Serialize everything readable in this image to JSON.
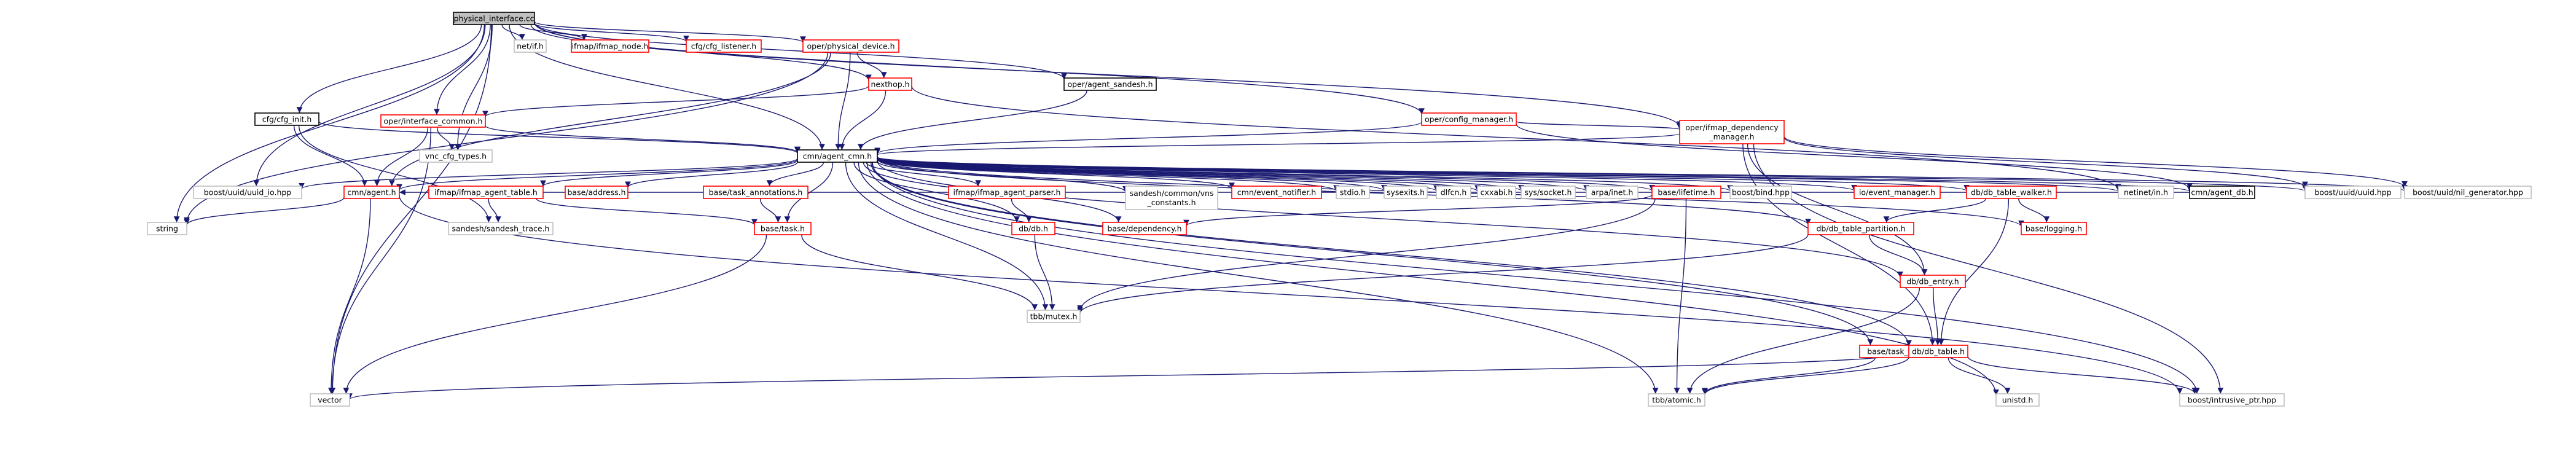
{
  "colors": {
    "edge": "#191970",
    "root_fill": "#bfbfbf",
    "root_border": "#000000",
    "documented_border": "#000000",
    "undocumented_border": "#ff0000",
    "external_border": "#bfbfbf",
    "node_fill": "#ffffff"
  },
  "nodes": [
    {
      "id": "root",
      "label": "physical_interface.cc",
      "kind": "root"
    },
    {
      "id": "net_if",
      "label": "net/if.h",
      "kind": "external"
    },
    {
      "id": "ifmap_node",
      "label": "ifmap/ifmap_node.h",
      "kind": "undocumented"
    },
    {
      "id": "cfg_listener",
      "label": "cfg/cfg_listener.h",
      "kind": "undocumented"
    },
    {
      "id": "phys_dev",
      "label": "oper/physical_device.h",
      "kind": "undocumented"
    },
    {
      "id": "nexthop",
      "label": "nexthop.h",
      "kind": "undocumented"
    },
    {
      "id": "agent_sandesh",
      "label": "oper/agent_sandesh.h",
      "kind": "documented"
    },
    {
      "id": "cfg_init",
      "label": "cfg/cfg_init.h",
      "kind": "documented"
    },
    {
      "id": "iface_common",
      "label": "oper/interface_common.h",
      "kind": "undocumented"
    },
    {
      "id": "config_mgr",
      "label": "oper/config_manager.h",
      "kind": "undocumented"
    },
    {
      "id": "ifmap_dep_mgr",
      "label": [
        "oper/ifmap_dependency",
        "_manager.h"
      ],
      "kind": "undocumented"
    },
    {
      "id": "vnc_cfg",
      "label": "vnc_cfg_types.h",
      "kind": "external"
    },
    {
      "id": "agent_cmn",
      "label": "cmn/agent_cmn.h",
      "kind": "documented"
    },
    {
      "id": "uuid_io",
      "label": "boost/uuid/uuid_io.hpp",
      "kind": "external"
    },
    {
      "id": "cmn_agent",
      "label": "cmn/agent.h",
      "kind": "undocumented"
    },
    {
      "id": "ifmap_agent_table",
      "label": "ifmap/ifmap_agent_table.h",
      "kind": "undocumented"
    },
    {
      "id": "base_address",
      "label": "base/address.h",
      "kind": "undocumented"
    },
    {
      "id": "task_annotations",
      "label": "base/task_annotations.h",
      "kind": "undocumented"
    },
    {
      "id": "ifmap_agent_parser",
      "label": "ifmap/ifmap_agent_parser.h",
      "kind": "undocumented"
    },
    {
      "id": "vns_constants",
      "label": [
        "sandesh/common/vns",
        "_constants.h"
      ],
      "kind": "external"
    },
    {
      "id": "event_notifier",
      "label": "cmn/event_notifier.h",
      "kind": "undocumented"
    },
    {
      "id": "stdio",
      "label": "stdio.h",
      "kind": "external"
    },
    {
      "id": "sysexits",
      "label": "sysexits.h",
      "kind": "external"
    },
    {
      "id": "dlfcn",
      "label": "dlfcn.h",
      "kind": "external"
    },
    {
      "id": "cxxabi",
      "label": "cxxabi.h",
      "kind": "external"
    },
    {
      "id": "sys_socket",
      "label": "sys/socket.h",
      "kind": "external"
    },
    {
      "id": "arpa_inet",
      "label": "arpa/inet.h",
      "kind": "external"
    },
    {
      "id": "lifetime",
      "label": "base/lifetime.h",
      "kind": "undocumented"
    },
    {
      "id": "boost_bind",
      "label": "boost/bind.hpp",
      "kind": "external"
    },
    {
      "id": "event_manager",
      "label": "io/event_manager.h",
      "kind": "undocumented"
    },
    {
      "id": "db_table_walker",
      "label": "db/db_table_walker.h",
      "kind": "undocumented"
    },
    {
      "id": "netinet_in",
      "label": "netinet/in.h",
      "kind": "external"
    },
    {
      "id": "agent_db",
      "label": "cmn/agent_db.h",
      "kind": "documented"
    },
    {
      "id": "boost_uuid",
      "label": "boost/uuid/uuid.hpp",
      "kind": "external"
    },
    {
      "id": "nil_generator",
      "label": "boost/uuid/nil_generator.hpp",
      "kind": "external"
    },
    {
      "id": "string",
      "label": "string",
      "kind": "external"
    },
    {
      "id": "sandesh_trace",
      "label": "sandesh/sandesh_trace.h",
      "kind": "external"
    },
    {
      "id": "base_task",
      "label": "base/task.h",
      "kind": "undocumented"
    },
    {
      "id": "db_h",
      "label": "db/db.h",
      "kind": "undocumented"
    },
    {
      "id": "base_dependency",
      "label": "base/dependency.h",
      "kind": "undocumented"
    },
    {
      "id": "db_table_partition",
      "label": "db/db_table_partition.h",
      "kind": "undocumented"
    },
    {
      "id": "base_logging",
      "label": "base/logging.h",
      "kind": "undocumented"
    },
    {
      "id": "tbb_mutex",
      "label": "tbb/mutex.h",
      "kind": "external"
    },
    {
      "id": "db_entry",
      "label": "db/db_entry.h",
      "kind": "undocumented"
    },
    {
      "id": "task_trigger",
      "label": "base/task_trigger.h",
      "kind": "undocumented"
    },
    {
      "id": "db_table",
      "label": "db/db_table.h",
      "kind": "undocumented"
    },
    {
      "id": "vector",
      "label": "vector",
      "kind": "external"
    },
    {
      "id": "tbb_atomic",
      "label": "tbb/atomic.h",
      "kind": "external"
    },
    {
      "id": "unistd",
      "label": "unistd.h",
      "kind": "external"
    },
    {
      "id": "intrusive_ptr",
      "label": "boost/intrusive_ptr.hpp",
      "kind": "external"
    }
  ],
  "edges": [
    [
      "root",
      "vector"
    ],
    [
      "root",
      "uuid_io"
    ],
    [
      "root",
      "cfg_init"
    ],
    [
      "root",
      "vnc_cfg"
    ],
    [
      "root",
      "iface_common"
    ],
    [
      "root",
      "string"
    ],
    [
      "root",
      "net_if"
    ],
    [
      "root",
      "ifmap_node"
    ],
    [
      "root",
      "cfg_listener"
    ],
    [
      "root",
      "phys_dev"
    ],
    [
      "root",
      "nexthop"
    ],
    [
      "root",
      "agent_sandesh"
    ],
    [
      "root",
      "agent_cmn"
    ],
    [
      "root",
      "config_mgr"
    ],
    [
      "root",
      "ifmap_dep_mgr"
    ],
    [
      "phys_dev",
      "nexthop"
    ],
    [
      "phys_dev",
      "agent_cmn"
    ],
    [
      "phys_dev",
      "cmn_agent"
    ],
    [
      "phys_dev",
      "string"
    ],
    [
      "nexthop",
      "iface_common"
    ],
    [
      "nexthop",
      "agent_cmn"
    ],
    [
      "nexthop",
      "netinet_in"
    ],
    [
      "agent_sandesh",
      "agent_cmn"
    ],
    [
      "cfg_init",
      "agent_cmn"
    ],
    [
      "cfg_init",
      "sandesh_trace"
    ],
    [
      "cfg_init",
      "cmn_agent"
    ],
    [
      "iface_common",
      "vnc_cfg"
    ],
    [
      "iface_common",
      "agent_cmn"
    ],
    [
      "iface_common",
      "cmn_agent"
    ],
    [
      "iface_common",
      "vector"
    ],
    [
      "config_mgr",
      "agent_cmn"
    ],
    [
      "config_mgr",
      "ifmap_dep_mgr"
    ],
    [
      "config_mgr",
      "agent_db"
    ],
    [
      "ifmap_dep_mgr",
      "boost_uuid"
    ],
    [
      "ifmap_dep_mgr",
      "nil_generator"
    ],
    [
      "ifmap_dep_mgr",
      "db_entry"
    ],
    [
      "ifmap_dep_mgr",
      "db_table"
    ],
    [
      "ifmap_dep_mgr",
      "intrusive_ptr"
    ],
    [
      "ifmap_dep_mgr",
      "agent_cmn"
    ],
    [
      "agent_cmn",
      "uuid_io"
    ],
    [
      "agent_cmn",
      "cmn_agent"
    ],
    [
      "agent_cmn",
      "ifmap_agent_table"
    ],
    [
      "agent_cmn",
      "base_address"
    ],
    [
      "agent_cmn",
      "task_annotations"
    ],
    [
      "agent_cmn",
      "ifmap_agent_parser"
    ],
    [
      "agent_cmn",
      "vns_constants"
    ],
    [
      "agent_cmn",
      "event_notifier"
    ],
    [
      "agent_cmn",
      "stdio"
    ],
    [
      "agent_cmn",
      "sysexits"
    ],
    [
      "agent_cmn",
      "dlfcn"
    ],
    [
      "agent_cmn",
      "cxxabi"
    ],
    [
      "agent_cmn",
      "sys_socket"
    ],
    [
      "agent_cmn",
      "arpa_inet"
    ],
    [
      "agent_cmn",
      "lifetime"
    ],
    [
      "agent_cmn",
      "boost_bind"
    ],
    [
      "agent_cmn",
      "event_manager"
    ],
    [
      "agent_cmn",
      "db_table_walker"
    ],
    [
      "agent_cmn",
      "netinet_in"
    ],
    [
      "agent_cmn",
      "agent_db"
    ],
    [
      "agent_cmn",
      "boost_uuid"
    ],
    [
      "agent_cmn",
      "nil_generator"
    ],
    [
      "agent_cmn",
      "base_task"
    ],
    [
      "agent_cmn",
      "db_h"
    ],
    [
      "agent_cmn",
      "base_dependency"
    ],
    [
      "agent_cmn",
      "db_table_partition"
    ],
    [
      "agent_cmn",
      "base_logging"
    ],
    [
      "agent_cmn",
      "tbb_mutex"
    ],
    [
      "agent_cmn",
      "db_entry"
    ],
    [
      "agent_cmn",
      "task_trigger"
    ],
    [
      "agent_cmn",
      "db_table"
    ],
    [
      "agent_cmn",
      "tbb_atomic"
    ],
    [
      "agent_cmn",
      "unistd"
    ],
    [
      "agent_cmn",
      "intrusive_ptr"
    ],
    [
      "cmn_agent",
      "string"
    ],
    [
      "cmn_agent",
      "vector"
    ],
    [
      "cmn_agent",
      "intrusive_ptr"
    ],
    [
      "ifmap_agent_table",
      "sandesh_trace"
    ],
    [
      "ifmap_agent_table",
      "base_task"
    ],
    [
      "task_annotations",
      "base_task"
    ],
    [
      "ifmap_agent_parser",
      "db_h"
    ],
    [
      "lifetime",
      "base_dependency"
    ],
    [
      "lifetime",
      "tbb_mutex"
    ],
    [
      "lifetime",
      "tbb_atomic"
    ],
    [
      "db_table_walker",
      "db_table_partition"
    ],
    [
      "db_table_walker",
      "base_logging"
    ],
    [
      "db_table_walker",
      "db_table"
    ],
    [
      "agent_db",
      "cmn_agent"
    ],
    [
      "base_task",
      "tbb_mutex"
    ],
    [
      "base_task",
      "vector"
    ],
    [
      "db_h",
      "tbb_mutex"
    ],
    [
      "db_table_partition",
      "tbb_mutex"
    ],
    [
      "db_table_partition",
      "db_entry"
    ],
    [
      "db_entry",
      "db_table"
    ],
    [
      "db_entry",
      "tbb_atomic"
    ],
    [
      "task_trigger",
      "tbb_atomic"
    ],
    [
      "db_table",
      "vector"
    ],
    [
      "db_table",
      "tbb_atomic"
    ],
    [
      "db_table",
      "unistd"
    ],
    [
      "db_table",
      "intrusive_ptr"
    ]
  ]
}
